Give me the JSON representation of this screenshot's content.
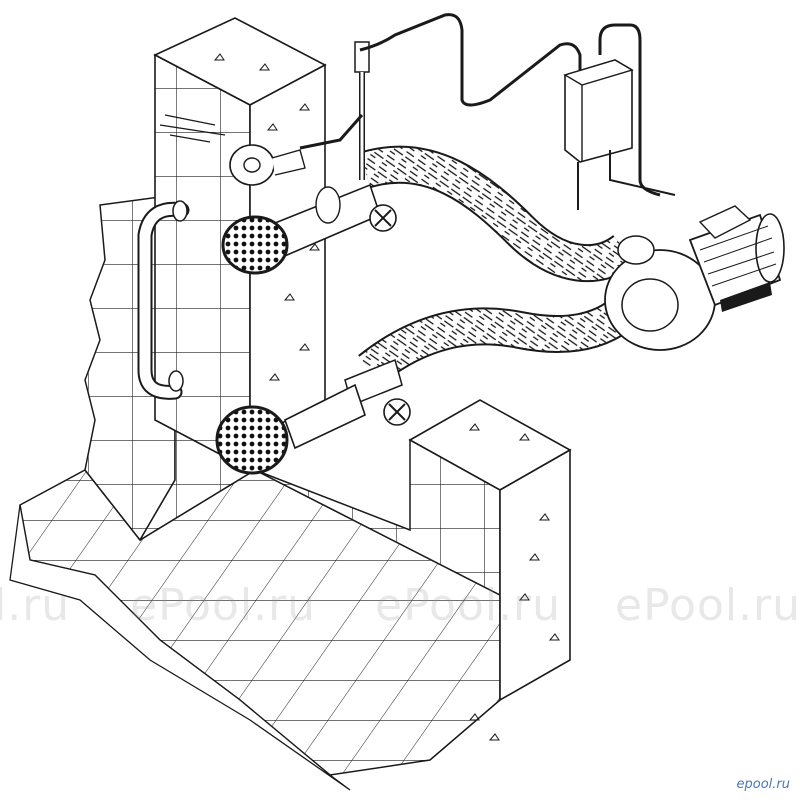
{
  "watermark": {
    "text_partial": "l.ru",
    "text": "ePool.ru"
  },
  "logo": {
    "text": "epool.ru"
  },
  "colors": {
    "line": "#1a1a1a",
    "paper": "#ffffff",
    "watermark": "#969696",
    "logo": "#4a7ab8"
  },
  "components": [
    "tiled-pool-wall",
    "pool-floor-tiles",
    "concrete-column",
    "concrete-block",
    "pool-ladder-handrail",
    "counterflow-nozzle",
    "suction-grate",
    "air-control-nozzle",
    "flexible-hose-upper",
    "flexible-hose-lower",
    "pump-motor",
    "control-box",
    "pneumatic-button",
    "ball-valve"
  ]
}
